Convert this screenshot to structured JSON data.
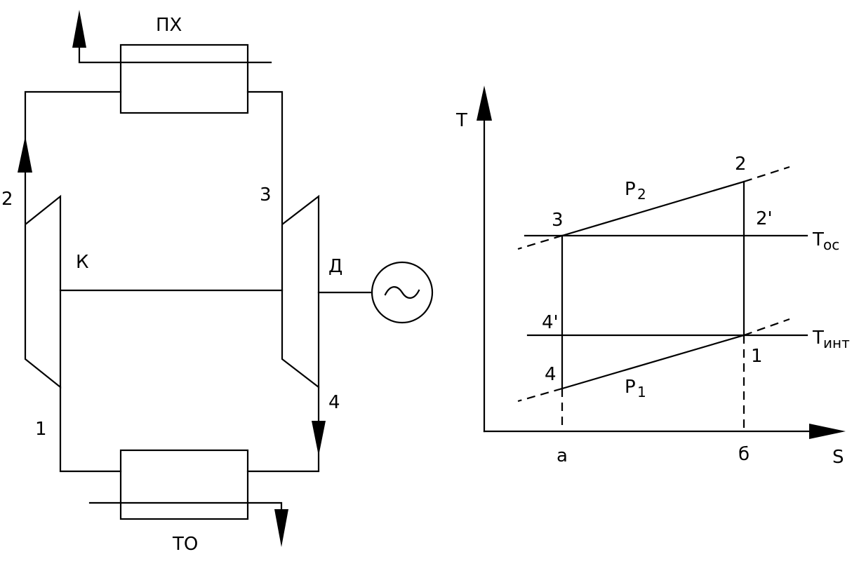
{
  "schematic": {
    "heat_exchanger_top": "ПХ",
    "heat_exchanger_bottom": "ТО",
    "compressor": "К",
    "expander": "Д",
    "point_1": "1",
    "point_2": "2",
    "point_3": "3",
    "point_4": "4",
    "generator_symbol": "~"
  },
  "ts_diagram": {
    "y_axis": "T",
    "x_axis": "S",
    "tick_a": "а",
    "tick_b": "б",
    "p2_main": "P",
    "p2_sub": "2",
    "p1_main": "P",
    "p1_sub": "1",
    "t_os_main": "T",
    "t_os_sub": "ос",
    "t_int_main": "T",
    "t_int_sub": "инт",
    "point_1": "1",
    "point_2": "2",
    "point_2p": "2'",
    "point_3": "3",
    "point_4": "4",
    "point_4p": "4'"
  }
}
